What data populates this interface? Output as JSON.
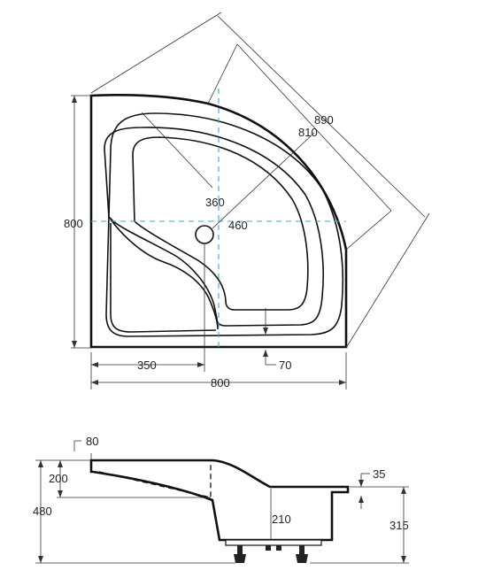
{
  "top_view": {
    "dimensions": {
      "height_left": "800",
      "diagonal_outer": "890",
      "diagonal_inner": "810",
      "drain_offset_y": "360",
      "drain_offset_diag": "460",
      "drain_offset_x": "350",
      "rim_width": "70",
      "width_bottom": "800"
    }
  },
  "side_view": {
    "dimensions": {
      "rim_overhang": "80",
      "seat_depth": "200",
      "total_height": "480",
      "rim_thickness": "35",
      "basin_depth": "210",
      "leg_height": "315"
    }
  },
  "colors": {
    "outline": "#111111",
    "axis": "#3aa7dc",
    "dimension": "#333333"
  }
}
